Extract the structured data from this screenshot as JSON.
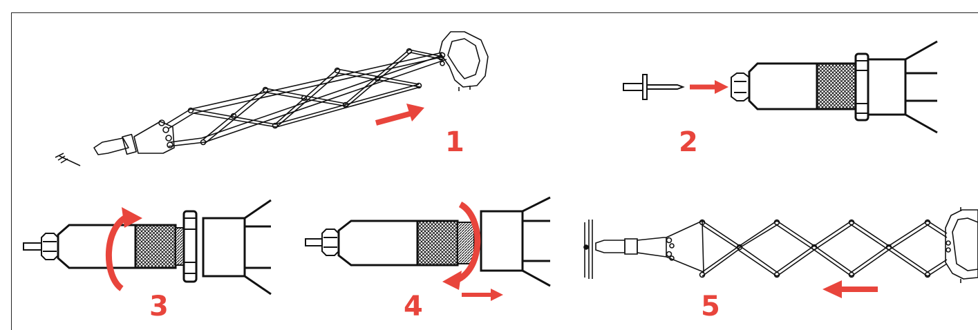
{
  "figure": {
    "accent_color": "#e8453c",
    "line_color": "#111111",
    "steps": [
      {
        "number": "1",
        "icon": "rivet-tool-extended"
      },
      {
        "number": "2",
        "icon": "rivet-insert-nosepiece"
      },
      {
        "number": "3",
        "icon": "rotate-collar-arrow"
      },
      {
        "number": "4",
        "icon": "rotate-and-slide-arrow"
      },
      {
        "number": "5",
        "icon": "rivet-tool-compressed-setting"
      }
    ]
  }
}
